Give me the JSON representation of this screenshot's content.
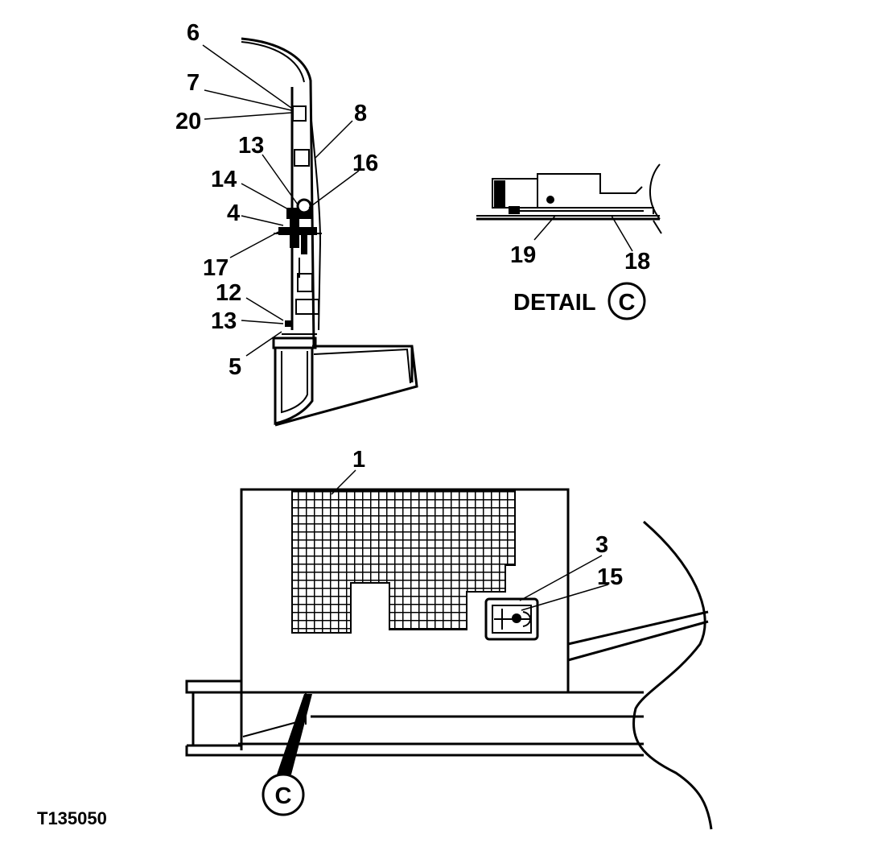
{
  "callouts": {
    "c1": "1",
    "c3": "3",
    "c4": "4",
    "c5": "5",
    "c6": "6",
    "c7": "7",
    "c8": "8",
    "c12": "12",
    "c13a": "13",
    "c13b": "13",
    "c14": "14",
    "c15": "15",
    "c16": "16",
    "c17": "17",
    "c18": "18",
    "c19": "19",
    "c20": "20"
  },
  "detail": {
    "label": "DETAIL",
    "letter": "C"
  },
  "view_marker": "C",
  "figure_id": "T135050"
}
